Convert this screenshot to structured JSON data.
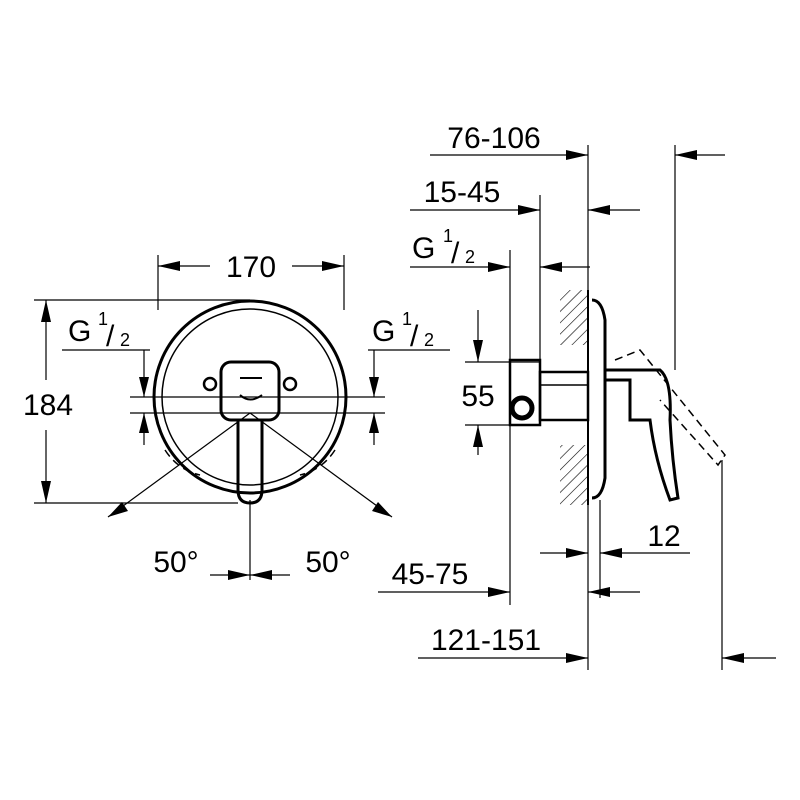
{
  "front_view": {
    "width_label": "170",
    "height_label": "184",
    "connection_left": {
      "main": "G",
      "num": "1",
      "den": "2"
    },
    "connection_right": {
      "main": "G",
      "num": "1",
      "den": "2"
    },
    "angle_left": "50°",
    "angle_right": "50°"
  },
  "side_view": {
    "depth_total": "76-106",
    "depth_body": "15-45",
    "connection": {
      "main": "G",
      "num": "1",
      "den": "2"
    },
    "height_inlet": "55",
    "cover_offset": "12",
    "install_depth": "45-75",
    "overall_depth": "121-151"
  }
}
